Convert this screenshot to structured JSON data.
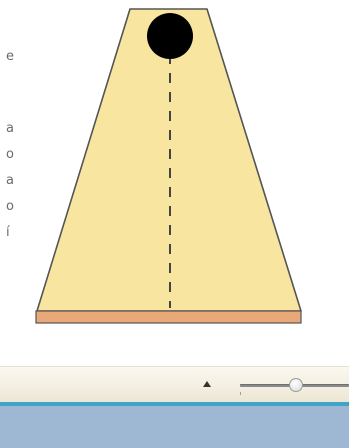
{
  "left_edge_fragments": [
    "e",
    "a",
    "o",
    "a",
    "o",
    "í"
  ],
  "illustration": {
    "trapezoid_fill": "#f8e6a0",
    "outline_color": "#555555",
    "base_fill": "#e8a878",
    "bob_color": "#000000"
  },
  "statusbar": {
    "scroll_icon": "triangle-up-icon",
    "zoom_slider_level": 0.52
  },
  "colors": {
    "stripe": "#3ea4c8",
    "panel": "#9eb8d3"
  }
}
